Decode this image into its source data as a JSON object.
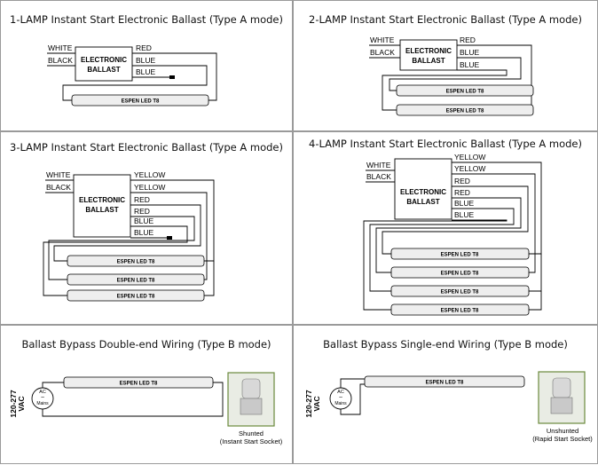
{
  "panels": {
    "p1": {
      "title": "1-LAMP Instant Start Electronic Ballast (Type A mode)"
    },
    "p2": {
      "title": "2-LAMP Instant Start Electronic Ballast (Type A mode)"
    },
    "p3": {
      "title": "3-LAMP Instant Start Electronic Ballast (Type A mode)"
    },
    "p4": {
      "title": "4-LAMP Instant Start Electronic Ballast (Type A mode)"
    },
    "p5": {
      "title": "Ballast Bypass Double-end Wiring (Type B mode)"
    },
    "p6": {
      "title": "Ballast Bypass Single-end Wiring (Type B mode)"
    }
  },
  "ballast": {
    "line1": "ELECTRONIC",
    "line2": "BALLAST"
  },
  "wires": {
    "white": "WHITE",
    "black": "BLACK",
    "red": "RED",
    "blue": "BLUE",
    "yellow": "YELLOW"
  },
  "tube": {
    "label": "ESPEN LED T8"
  },
  "mains": {
    "voltage1": "120-277",
    "voltage2": "VAC",
    "ac": "AC",
    "wave": "~",
    "mains": "Mains"
  },
  "sockets": {
    "shunted": {
      "line1": "Shunted",
      "line2": "(Instant Start Socket)"
    },
    "unshunted": {
      "line1": "Unshunted",
      "line2": "(Rapid Start Socket)"
    }
  }
}
